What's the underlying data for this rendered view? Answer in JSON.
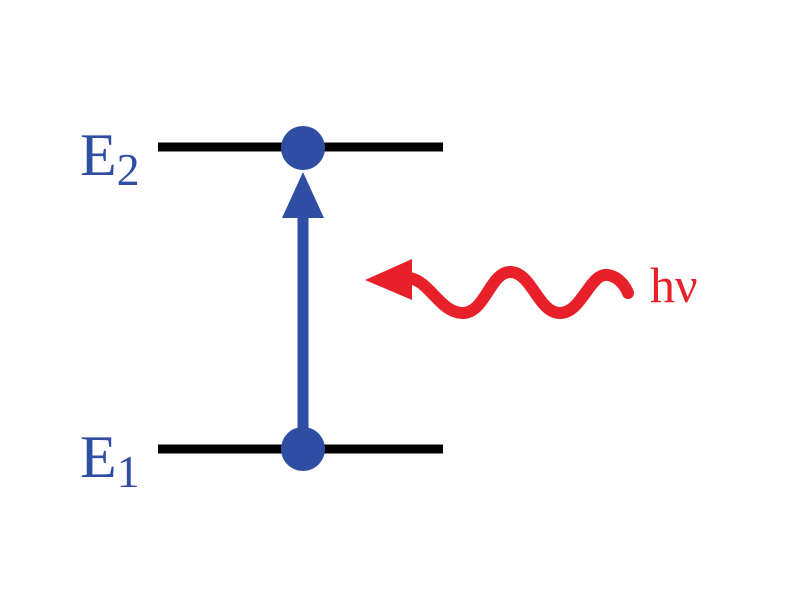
{
  "levels": {
    "upper": {
      "label": "E",
      "subscript": "2"
    },
    "lower": {
      "label": "E",
      "subscript": "1"
    }
  },
  "photon": {
    "label": "hν"
  },
  "colors": {
    "level_line": "#000000",
    "electron": "#2f4ea3",
    "transition_arrow": "#2f4ea3",
    "labels": "#2f4ea3",
    "photon": "#e8202a"
  }
}
